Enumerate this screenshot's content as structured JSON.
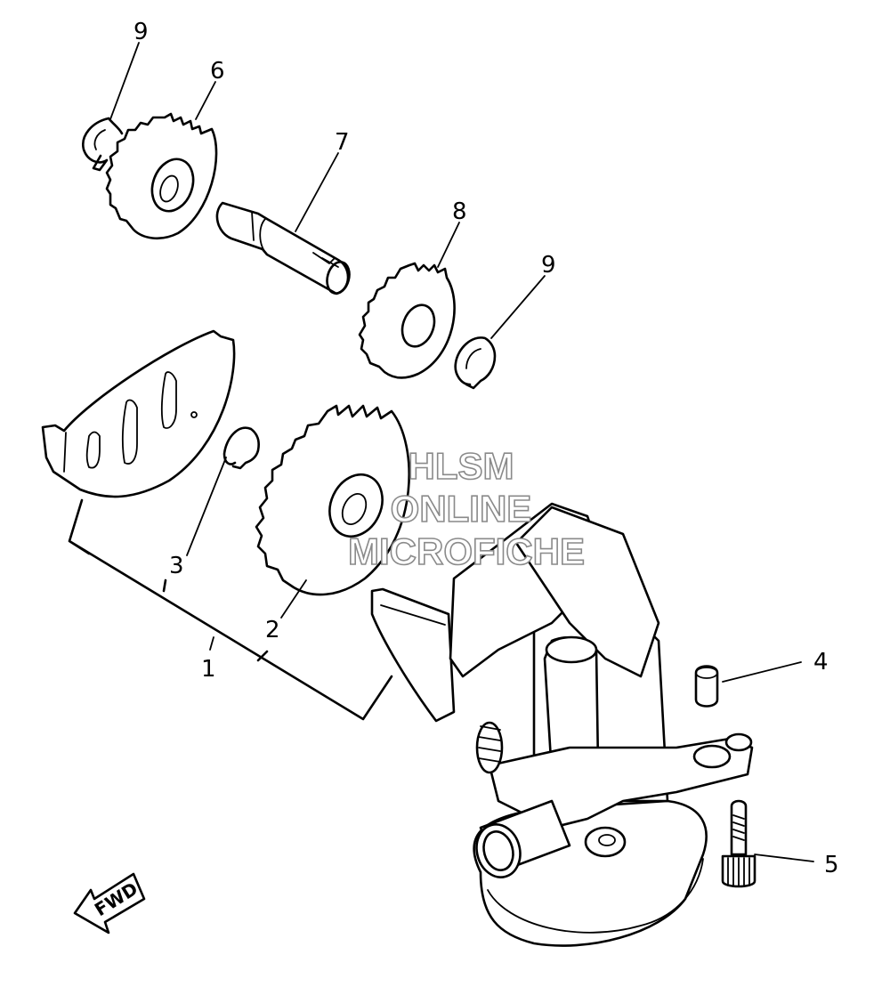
{
  "callouts": [
    "1",
    "2",
    "3",
    "4",
    "5",
    "6",
    "7",
    "8",
    "9",
    "9"
  ],
  "fwd_label": "FWD",
  "watermark": [
    "HLSM",
    "ONLINE",
    "MICROFICHE"
  ]
}
